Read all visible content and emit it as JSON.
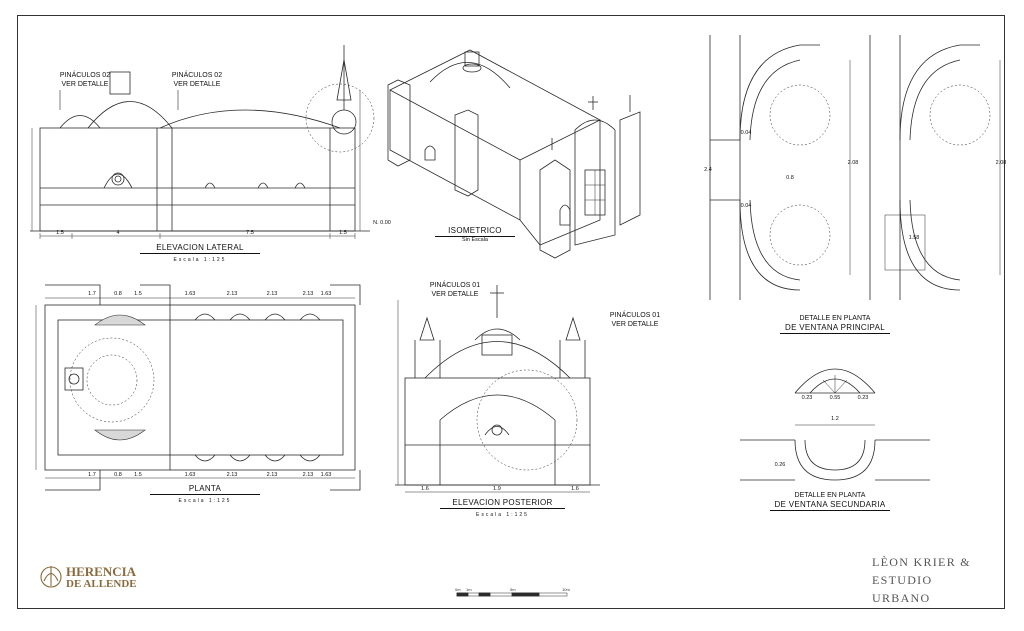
{
  "views": {
    "elevacion_lateral": {
      "title": "ELEVACION LATERAL",
      "scale": "Escala 1:125"
    },
    "isometrico": {
      "title": "ISOMETRICO",
      "scale": "Sin Escala"
    },
    "planta": {
      "title": "PLANTA",
      "scale": "Escala 1:125"
    },
    "elevacion_posterior": {
      "title": "ELEVACION POSTERIOR",
      "scale": "Escala 1:125"
    },
    "ventana_principal": {
      "line1": "DETALLE EN PLANTA",
      "line2": "DE VENTANA PRINCIPAL"
    },
    "ventana_secundaria": {
      "line1": "DETALLE EN PLANTA",
      "line2": "DE VENTANA SECUNDARIA"
    }
  },
  "callouts": [
    {
      "line1": "PINÁCULOS 02",
      "line2": "VER DETALLE"
    },
    {
      "line1": "PINÁCULOS 02",
      "line2": "VER DETALLE"
    },
    {
      "line1": "PINÁCULOS 01",
      "line2": "VER DETALLE"
    },
    {
      "line1": "PINÁCULOS 01",
      "line2": "VER DETALLE"
    }
  ],
  "dimensions": {
    "lateral_bottom": [
      "1.5",
      "4",
      "7.5",
      "1.5"
    ],
    "planta_top": [
      "1.7",
      "0.8",
      "1.5",
      "1.63",
      "2.13",
      "2.13",
      "2.13",
      "1.63"
    ],
    "planta_bottom": [
      "1.7",
      "0.8",
      "1.5",
      "1.63",
      "2.13",
      "2.13",
      "2.13",
      "1.63"
    ],
    "posterior_bottom": [
      "1.6",
      "1.9",
      "1.6"
    ],
    "ventana_principal": [
      "2.4",
      "0.8",
      "2.08",
      "1.58",
      "0.04",
      "0.04"
    ],
    "ventana_secundaria": [
      "0.55",
      "0.23",
      "0.23",
      "1.2",
      "0.26"
    ]
  },
  "level_marker": "N. 0.00",
  "scalebar": {
    "labels": [
      "0m",
      "1m",
      "5m",
      "10m"
    ]
  },
  "brand": {
    "line1": "HERENCIA",
    "line2": "DE ALLENDE"
  },
  "firm": {
    "line1": "LÈON KRIER &",
    "line2": "ESTUDIO URBANO"
  },
  "colors": {
    "line": "#2a2a2a",
    "brand": "#8a6a3c",
    "hatch": "#888888"
  }
}
